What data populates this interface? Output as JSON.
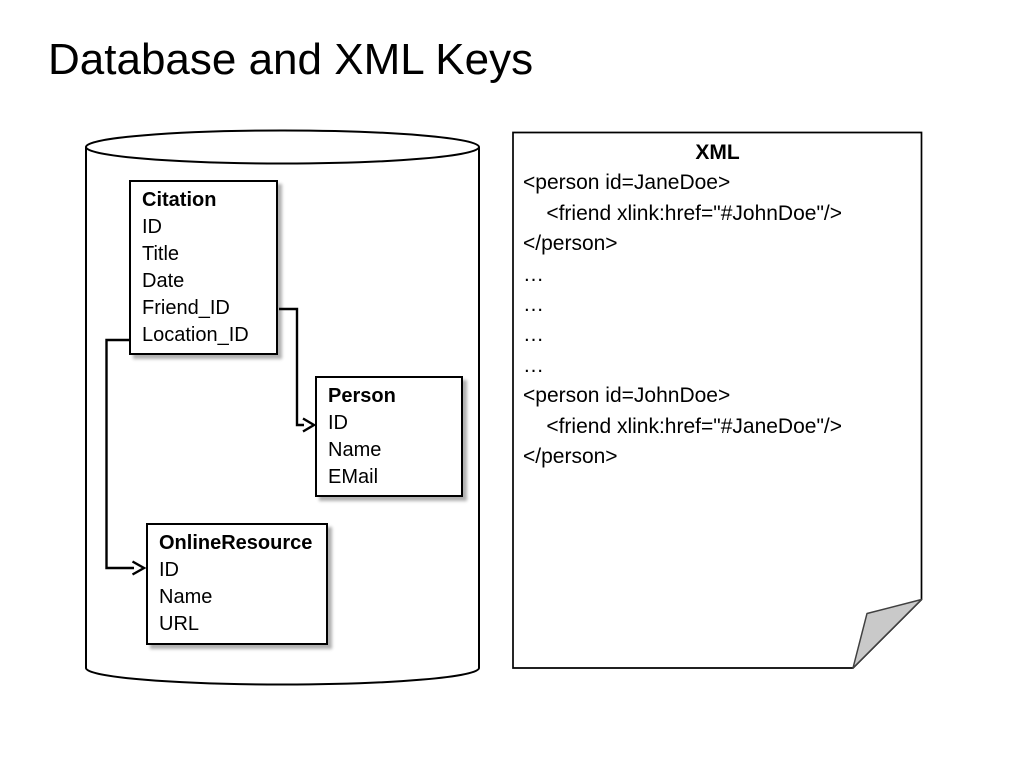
{
  "title": "Database and XML Keys",
  "erd": {
    "tables": [
      {
        "name": "Citation",
        "fields": [
          "ID",
          "Title",
          "Date",
          "Friend_ID",
          "Location_ID"
        ]
      },
      {
        "name": "Person",
        "fields": [
          "ID",
          "Name",
          "EMail"
        ]
      },
      {
        "name": "OnlineResource",
        "fields": [
          "ID",
          "Name",
          "URL"
        ]
      }
    ],
    "relations": [
      {
        "from": "Citation.Friend_ID",
        "to": "Person.ID"
      },
      {
        "from": "Citation.Location_ID",
        "to": "OnlineResource.ID"
      }
    ]
  },
  "xml_doc": {
    "title": "XML",
    "lines": [
      "<person id=JaneDoe>",
      "    <friend xlink:href=\"#JohnDoe\"/>",
      "</person>",
      "…",
      "…",
      "…",
      "…",
      "<person id=JohnDoe>",
      "    <friend xlink:href=\"#JaneDoe\"/>",
      "</person>"
    ]
  },
  "colors": {
    "ink": "#000000",
    "box_shadow": "#b0b0b0",
    "fold_fill": "#c9c9c9",
    "fold_stroke": "#404040"
  }
}
